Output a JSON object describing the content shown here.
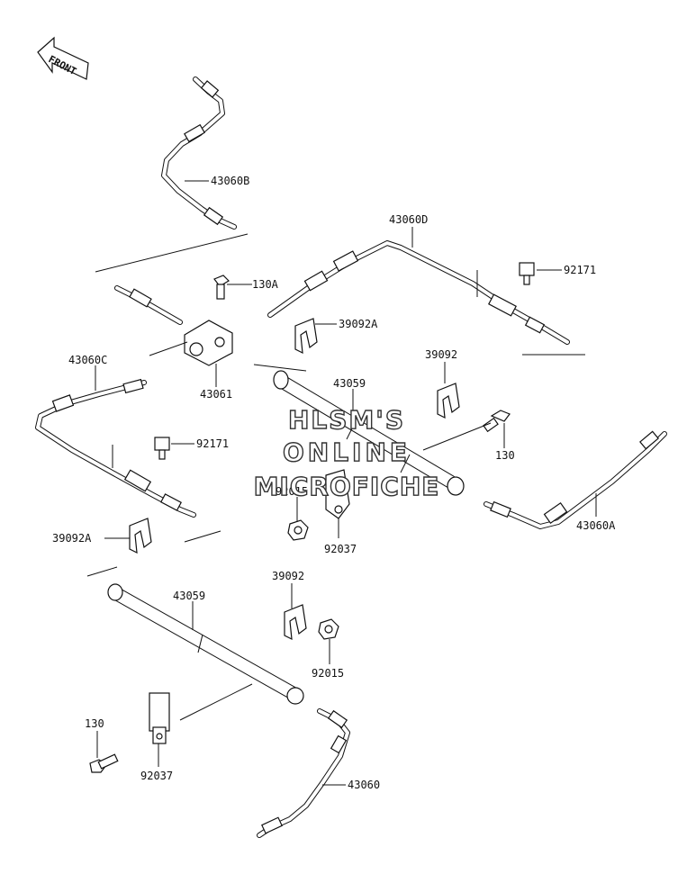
{
  "front_arrow": {
    "label": "FRONT"
  },
  "callouts": [
    "43060B",
    "43060D",
    "92171",
    "130A",
    "39092A",
    "43060C",
    "43061",
    "39092",
    "43059",
    "130",
    "92171",
    "92015",
    "43060A",
    "39092A",
    "92037",
    "39092",
    "43059",
    "92015",
    "130",
    "92037",
    "43060"
  ],
  "watermark": [
    "HLSM'S",
    "ONLINE",
    "MICROFICHE"
  ]
}
